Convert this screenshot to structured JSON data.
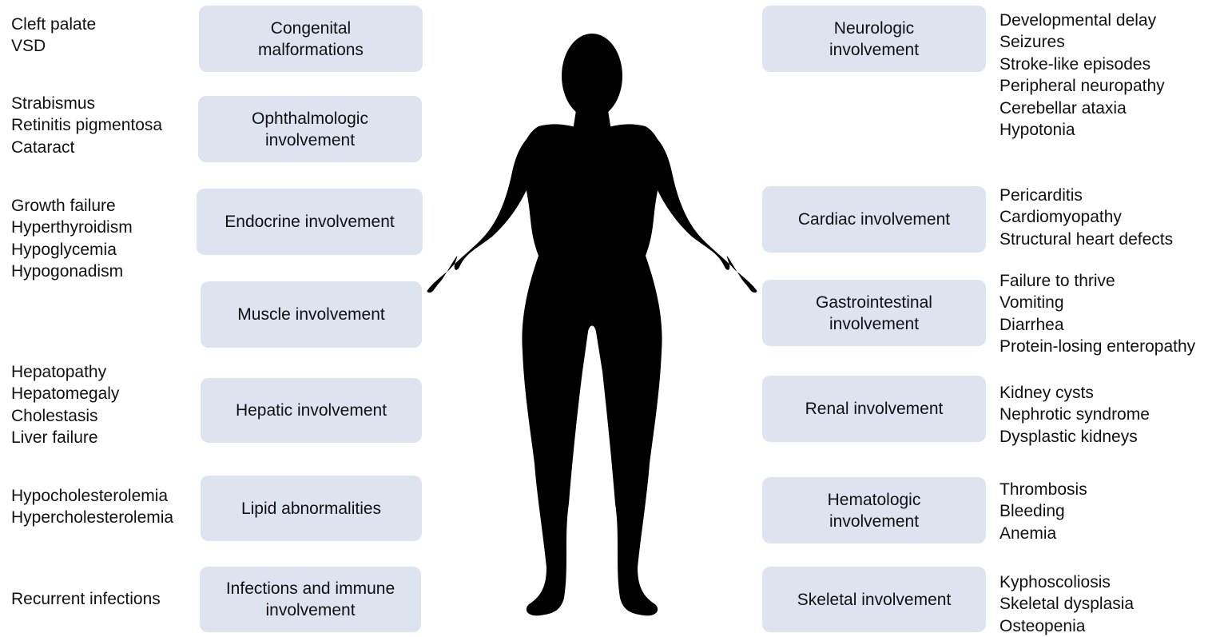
{
  "left_panels": [
    {
      "id": "congenital",
      "label": "Congenital malformations",
      "items": [
        "Cleft palate",
        "VSD"
      ]
    },
    {
      "id": "ophthalmologic",
      "label": "Ophthalmologic involvement",
      "items": [
        "Strabismus",
        "Retinitis pigmentosa",
        "Cataract"
      ]
    },
    {
      "id": "endocrine",
      "label": "Endocrine involvement",
      "items": [
        "Growth failure",
        "Hyperthyroidism",
        "Hypoglycemia",
        "Hypogonadism"
      ]
    },
    {
      "id": "muscle",
      "label": "Muscle involvement",
      "items": []
    },
    {
      "id": "hepatic",
      "label": "Hepatic involvement",
      "items": [
        "Hepatopathy",
        "Hepatomegaly",
        "Cholestasis",
        "Liver failure"
      ]
    },
    {
      "id": "lipid",
      "label": "Lipid abnormalities",
      "items": [
        "Hypocholesterolemia",
        "Hypercholesterolemia"
      ]
    },
    {
      "id": "infections",
      "label": "Infections and immune involvement",
      "items": [
        "Recurrent infections"
      ]
    }
  ],
  "right_panels": [
    {
      "id": "neurologic",
      "label": "Neurologic involvement",
      "items": [
        "Developmental delay",
        "Seizures",
        "Stroke-like episodes",
        "Peripheral neuropathy",
        "Cerebellar ataxia",
        "Hypotonia"
      ]
    },
    {
      "id": "cardiac",
      "label": "Cardiac involvement",
      "items": [
        "Pericarditis",
        "Cardiomyopathy",
        "Structural heart defects"
      ]
    },
    {
      "id": "gastrointestinal",
      "label": "Gastrointestinal involvement",
      "items": [
        "Failure to thrive",
        "Vomiting",
        "Diarrhea",
        "Protein-losing enteropathy"
      ]
    },
    {
      "id": "renal",
      "label": "Renal involvement",
      "items": [
        "Kidney cysts",
        "Nephrotic syndrome",
        "Dysplastic kidneys"
      ]
    },
    {
      "id": "hematologic",
      "label": "Hematologic involvement",
      "items": [
        "Thrombosis",
        "Bleeding",
        "Anemia"
      ]
    },
    {
      "id": "skeletal",
      "label": "Skeletal involvement",
      "items": [
        "Kyphoscoliosis",
        "Skeletal dysplasia",
        "Osteopenia"
      ]
    }
  ],
  "colors": {
    "box_fill": "#dde4ef",
    "silhouette": "#000000",
    "text": "#111111"
  }
}
